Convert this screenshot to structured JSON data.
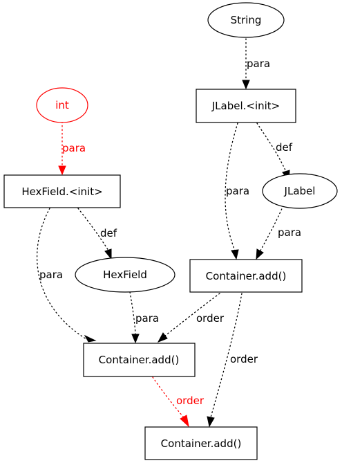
{
  "colors": {
    "default": "#000000",
    "highlight": "#ff0000"
  },
  "nodes": {
    "string": {
      "label": "String",
      "shape": "ellipse"
    },
    "jlabel_init": {
      "label": "JLabel.<init>",
      "shape": "box"
    },
    "int": {
      "label": "int",
      "shape": "ellipse",
      "highlight": true
    },
    "hexfield_init": {
      "label": "HexField.<init>",
      "shape": "box"
    },
    "jlabel": {
      "label": "JLabel",
      "shape": "ellipse"
    },
    "hexfield": {
      "label": "HexField",
      "shape": "ellipse"
    },
    "container_add_1": {
      "label": "Container.add()",
      "shape": "box"
    },
    "container_add_2": {
      "label": "Container.add()",
      "shape": "box"
    },
    "container_add_3": {
      "label": "Container.add()",
      "shape": "box"
    }
  },
  "edges": {
    "e1": {
      "from": "String",
      "to": "JLabel.<init>",
      "label": "para"
    },
    "e2": {
      "from": "int",
      "to": "HexField.<init>",
      "label": "para",
      "highlight": true
    },
    "e3": {
      "from": "JLabel.<init>",
      "to": "JLabel",
      "label": "def"
    },
    "e4": {
      "from": "JLabel.<init>",
      "to": "Container.add()",
      "label": "para"
    },
    "e5": {
      "from": "JLabel",
      "to": "Container.add()",
      "label": "para"
    },
    "e6": {
      "from": "HexField.<init>",
      "to": "HexField",
      "label": "def"
    },
    "e7": {
      "from": "HexField.<init>",
      "to": "Container.add()",
      "label": "para"
    },
    "e8": {
      "from": "HexField",
      "to": "Container.add()",
      "label": "para"
    },
    "e9": {
      "from": "Container.add()",
      "to": "Container.add()",
      "label": "order"
    },
    "e10": {
      "from": "Container.add()",
      "to": "Container.add()",
      "label": "order"
    },
    "e11": {
      "from": "Container.add()",
      "to": "Container.add()",
      "label": "order",
      "highlight": true
    }
  }
}
